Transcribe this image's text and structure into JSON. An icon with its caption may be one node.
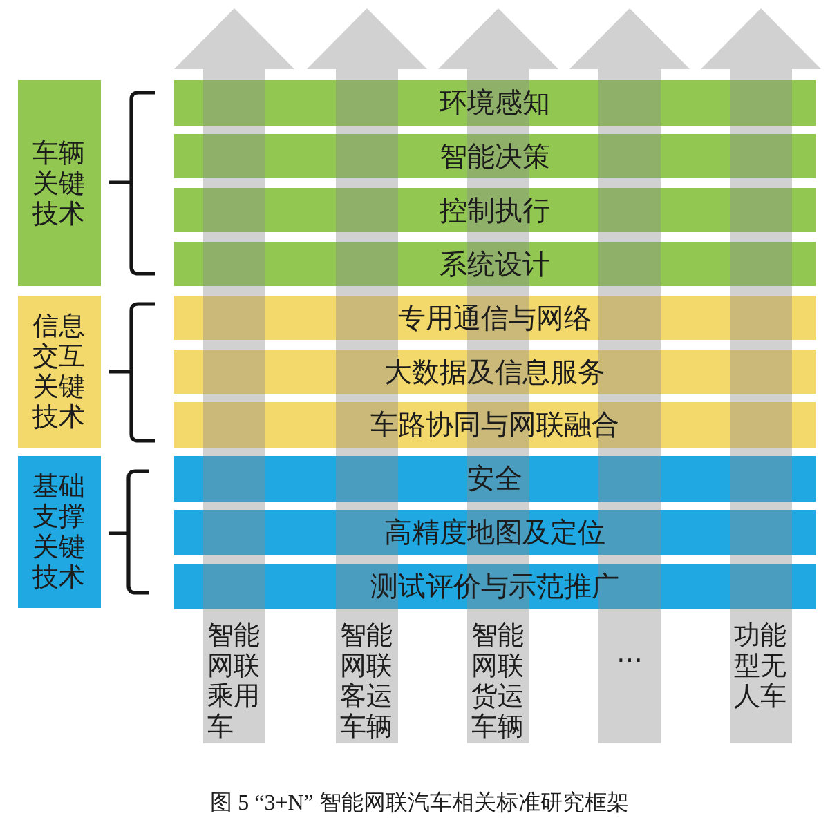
{
  "diagram": {
    "caption": "图 5 “3+N” 智能网联汽车相关标准研究框架",
    "nodes": [
      {
        "text": [
          "车辆关键技术"
        ]
      },
      {
        "text": [
          "环境感知"
        ]
      },
      {
        "text": [
          "智能决策"
        ]
      },
      {
        "text": [
          "控制执行"
        ]
      },
      {
        "text": [
          "系统设计"
        ]
      },
      {
        "text": [
          "信息交互关键技术"
        ]
      },
      {
        "text": [
          "专用通信与网络"
        ]
      },
      {
        "text": [
          "大数据及信息服务"
        ]
      },
      {
        "text": [
          "车路协同与网联融合"
        ]
      },
      {
        "text": [
          "基础支撑关键技术"
        ]
      },
      {
        "text": [
          "安全"
        ]
      },
      {
        "text": [
          "高精度地图及定位"
        ]
      },
      {
        "text": [
          "测试评价与示范推广"
        ]
      },
      {
        "text": [
          "智能网联乘用车"
        ]
      },
      {
        "text": [
          "智能网联客运车辆"
        ]
      },
      {
        "text": [
          "智能网联货运车辆"
        ]
      },
      {
        "text": [
          "…"
        ]
      },
      {
        "text": [
          "功能型无人车"
        ]
      }
    ]
  }
}
